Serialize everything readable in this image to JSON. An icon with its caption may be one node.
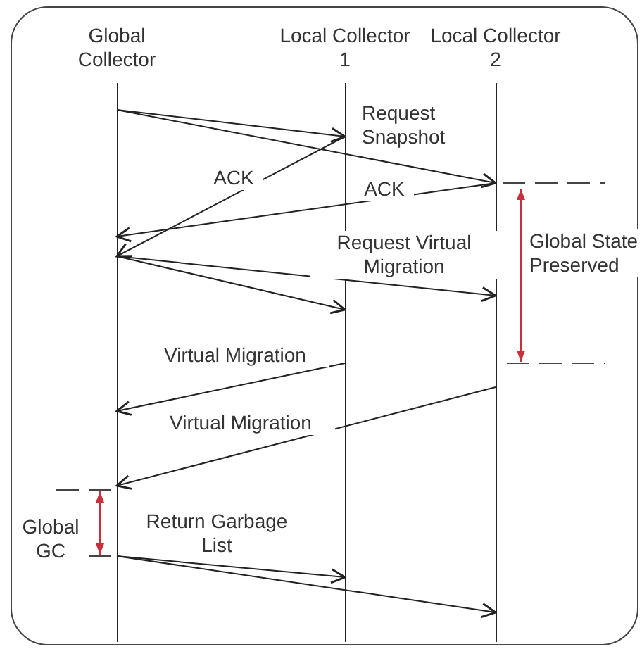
{
  "diagram": {
    "nodes": [
      {
        "text": [
          "Global Collector"
        ]
      },
      {
        "text": [
          "Local Collector 1"
        ]
      },
      {
        "text": [
          "Local Collector 2"
        ]
      }
    ],
    "edges": [
      {
        "from": 0,
        "to": 1,
        "arrow": "to",
        "label": "Request Snapshot"
      },
      {
        "from": 0,
        "to": 2,
        "arrow": "to"
      },
      {
        "from": 1,
        "to": 0,
        "arrow": "to",
        "label": "ACK"
      },
      {
        "from": 2,
        "to": 0,
        "arrow": "to",
        "label": "ACK"
      },
      {
        "from": 0,
        "to": 2,
        "arrow": "to",
        "label": "Request Virtual Migration"
      },
      {
        "from": 0,
        "to": 1,
        "arrow": "to"
      },
      {
        "from": 1,
        "to": 0,
        "arrow": "to",
        "label": "Virtual Migration"
      },
      {
        "from": 2,
        "to": 0,
        "arrow": "to",
        "label": "Virtual Migration"
      },
      {
        "from": 0,
        "to": 1,
        "arrow": "to",
        "label": "Return Garbage List"
      },
      {
        "from": 0,
        "to": 2,
        "arrow": "to"
      }
    ],
    "labels": [
      "Global State Preserved",
      "Global GC"
    ]
  }
}
